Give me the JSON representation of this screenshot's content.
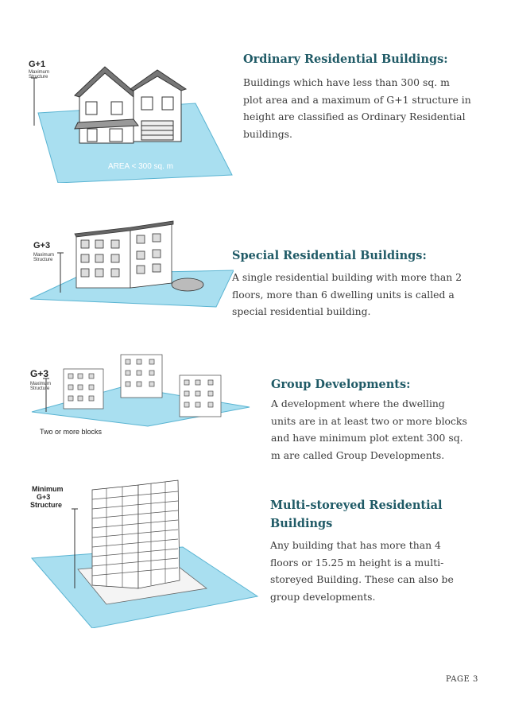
{
  "sections": [
    {
      "title": "Ordinary Residential Buildings:",
      "lines": [
        "Buildings which have less than 300 sq. m",
        "plot area and a maximum of G+1 structure in",
        "height are classified as Ordinary Residential",
        "buildings."
      ],
      "label_main": "G+1",
      "label_sub": [
        "Maximum",
        "Structure"
      ],
      "area_label": "AREA < 300 sq. m"
    },
    {
      "title": "Special Residential Buildings:",
      "lines": [
        "A single residential building with more than 2",
        "floors, more than 6 dwelling units is called a",
        "special residential building."
      ],
      "label_main": "G+3",
      "label_sub": [
        "Maximum",
        "Structure"
      ]
    },
    {
      "title": "Group Developments:",
      "lines": [
        "A development where the dwelling",
        "units are in at least two or more blocks",
        "and have minimum plot extent 300 sq.",
        "m are called Group Developments."
      ],
      "label_main": "G+3",
      "label_sub": [
        "Maximum",
        "Structure"
      ],
      "caption": "Two or more blocks"
    },
    {
      "title_lines": [
        "Multi-storeyed Residential",
        "Buildings"
      ],
      "lines": [
        "Any building that has more than 4",
        "floors or 15.25 m height is a multi-",
        "storeyed Building. These can also be",
        "group developments."
      ],
      "label_lines": [
        "Minimum",
        "G+3",
        "Structure"
      ]
    }
  ],
  "footer": {
    "page": "PAGE 3"
  },
  "colors": {
    "title": "#1f5a66",
    "body": "#3a3a3a",
    "plot": "#a9dff0",
    "plot_edge": "#5ab4d2"
  }
}
